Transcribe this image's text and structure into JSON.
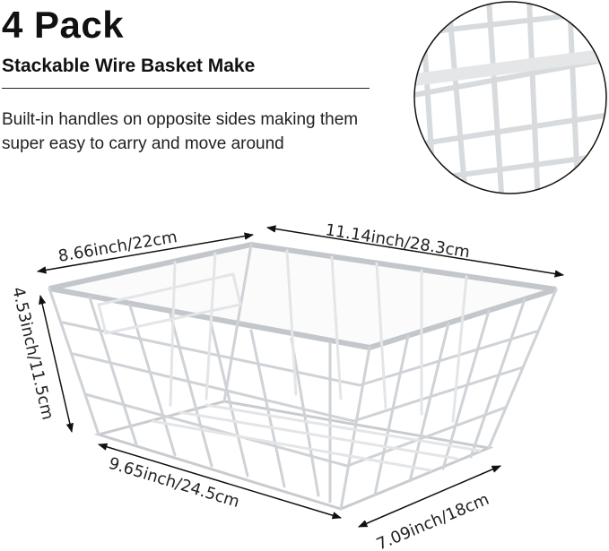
{
  "title": "4 Pack",
  "subtitle": "Stackable Wire Basket Make",
  "description": "Built-in handles on opposite sides making them super easy to carry and move around",
  "dimensions": {
    "top_left": "8.66inch/22cm",
    "top_right": "11.14inch/28.3cm",
    "height": "4.53inch/11.5cm",
    "bottom_left": "9.65inch/24.5cm",
    "bottom_right": "7.09inch/18cm"
  },
  "colors": {
    "wire": "#cfd2d6",
    "wire_shadow": "#9ea3a8",
    "text": "#111111"
  }
}
